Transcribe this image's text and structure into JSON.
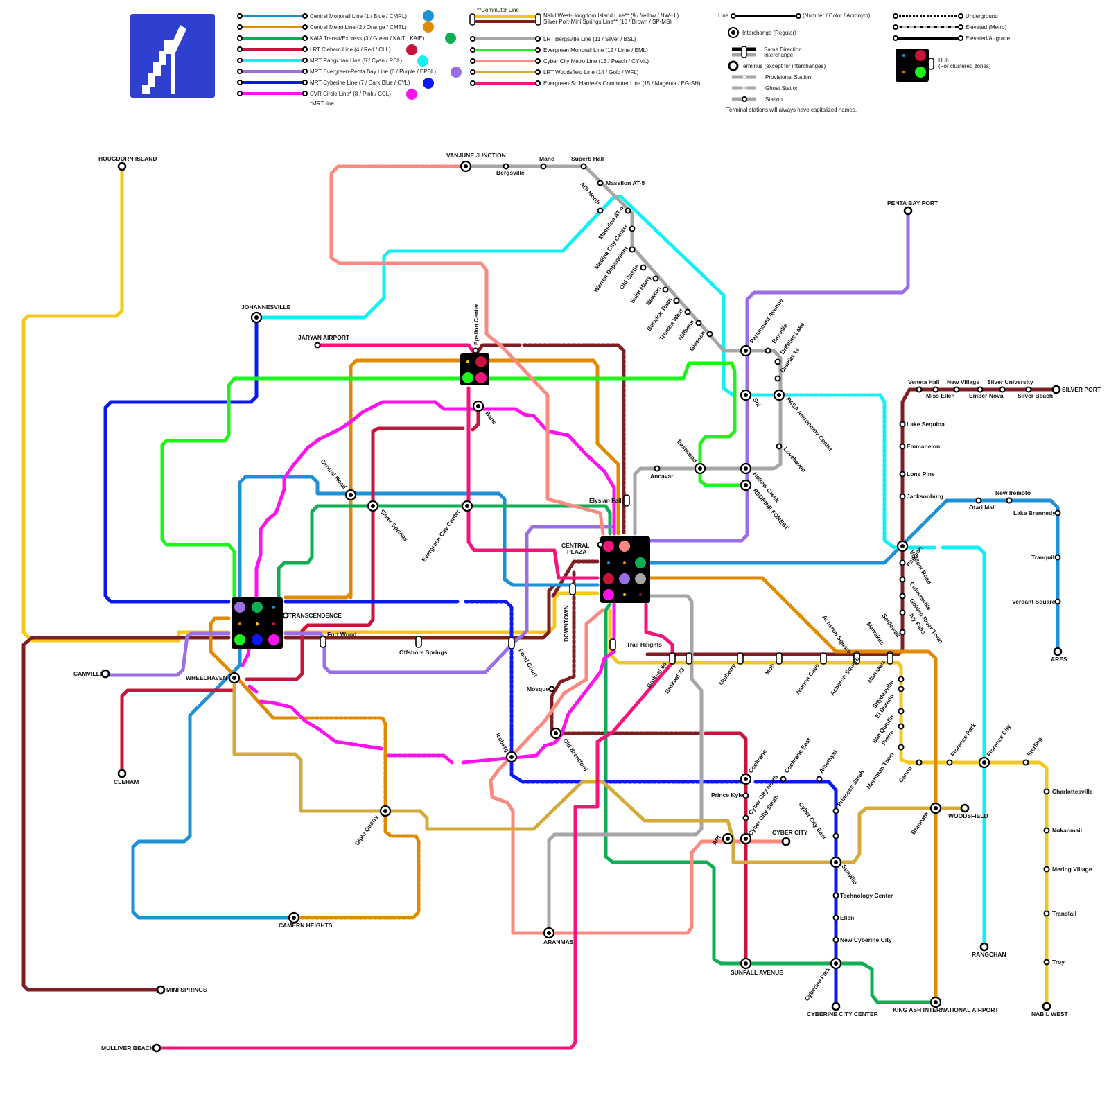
{
  "legend_lines": [
    {
      "label": "Central Monorail Line (1 / Blue / CMRL)",
      "color": "#1e90d6",
      "dot": true
    },
    {
      "label": "Central Metro Line (2 / Orange / CMTL)",
      "color": "#e08a00",
      "dot": true
    },
    {
      "label": "KAIA Transit/Express (3 / Green / KAIT , KAIE)",
      "color": "#0fae55",
      "dot": true
    },
    {
      "label": "LRT Cleham Line (4 / Red / CLL)",
      "color": "#c8143c",
      "dot": true
    },
    {
      "label": "MRT Rangchan Line (5 / Cyan / RCL)",
      "color": "#12f0f5",
      "dot": true
    },
    {
      "label": "MRT Evergreen-Penta Bay Line (6 / Purple / EPBL)",
      "color": "#9a6fe6",
      "dot": true
    },
    {
      "label": "MRT Cyberine Line (7 / Dark Blue / CYL)",
      "color": "#0c18f0",
      "dot": true
    },
    {
      "label": "CVR Circle Line* (8 / Pink / CCL)",
      "color": "#ff12ee",
      "dot": true
    }
  ],
  "legend_note_mrt": "*MRT line",
  "legend_lines_2": [
    {
      "label": "LRT Bergsville Line (11 / Silver / BSL)",
      "color": "#a6a6a6"
    },
    {
      "label": "Evergreen Monorail Line (12 / Lime / EML)",
      "color": "#1cf41c"
    },
    {
      "label": "Cyber City Metro Line (13 / Peach / CYML)",
      "color": "#fa8a80"
    },
    {
      "label": "LRT Woodsfield Line (14 / Gold / WFL)",
      "color": "#d4aa3c"
    },
    {
      "label": "Evergreen-St. Hardee's Commuter Line (15 / Magenta / EG-SH)",
      "color": "#f5147a"
    }
  ],
  "commuter_title": "**Commuter Line",
  "commuter_a": "Nabil West-Hougdorn Island Line** (9 / Yellow / NW-HI)",
  "commuter_b": "Silver Port-Mini Springs Line** (10 / Brown / SP-MS)",
  "key": {
    "line": "Line",
    "line_detail": "(Number / Color / Acronym)",
    "interchange": "Interchange (Regular)",
    "same_dir": "Same Direction",
    "same_dir2": "Interchange",
    "terminus": "Terminus (except for interchanges)",
    "provisional": "Provisional Station",
    "ghost": "Ghost Station",
    "station": "Station",
    "note": "Terminal stations will always have capitalized names.",
    "underground": "Underground",
    "elevated_metro": "Elevated (Metro)",
    "elevated_grade": "Elevated/At-grade",
    "hub": "Hub",
    "hub2": "(For clustered zones)"
  },
  "colors": {
    "blue": "#1e90d6",
    "orange": "#e08a00",
    "green": "#0fae55",
    "red": "#c8143c",
    "cyan": "#12f0f5",
    "purple": "#9a6fe6",
    "darkblue": "#0c18f0",
    "pink": "#ff12ee",
    "yellow": "#f2c81e",
    "brown": "#7d1e22",
    "silver": "#a6a6a6",
    "lime": "#1cf41c",
    "peach": "#fa8a80",
    "gold": "#d4aa3c",
    "magenta": "#f5147a",
    "logo": "#2f3fd0"
  },
  "stations": {
    "hougdorn": "HOUGDORN ISLAND",
    "vanjune": "VANJUNE JUNCTION",
    "bergsville": "Bergsville",
    "mane": "Mane",
    "superb": "Superb Hall",
    "massilon5": "Massilon AT-5",
    "adi": "ADi North",
    "massilon4": "Massilon AT-4",
    "medina": "Medina City Center",
    "warren": "Warren Department",
    "oldcastle": "Old Castle",
    "saintmarry": "Saint Marry",
    "newton": "Newton",
    "berwick": "Berwick Town",
    "trunam": "Trunam West",
    "niflheim": "Niflheim",
    "giessen": "Giessen",
    "paramount": "Paramount Avenue",
    "basville": "Basville",
    "driftline": "Driftline Lake",
    "district14": "District 14",
    "sol": "Sol",
    "pasa": "PASA Astronomy Center",
    "lovehaven": "Lovehaven",
    "eastwood": "Eastwood",
    "ancavar": "Ancavar",
    "hollow": "Hollow Creek",
    "redpine": "REDPINE FOREST",
    "pentabay": "PENTA BAY PORT",
    "johannesville": "JOHANNESVILLE",
    "jaryan": "JARYAN AIRPORT",
    "epsilon": "Epsilon Center",
    "bane": "Bane",
    "central_road": "Central Road",
    "silver_springs": "Silver Springs",
    "evergreen_cc": "Evergreen City Center",
    "elysian": "Elysian Falls",
    "central_plaza": "CENTRAL",
    "central_plaza2": "PLAZA",
    "transcendence": "TRANSCENDENCE",
    "fortwood": "Fort Wood",
    "offshore": "Offshore Springs",
    "camville": "CAMVILLE",
    "wheelhaven": "WHEELHAVEN",
    "downtown": "DOWNTOWN",
    "foodcourt": "Food Court",
    "trail": "Trail Heights",
    "brokeal64": "Brokeal 64",
    "brokeal73": "Brokeal 73",
    "mulberry": "Mulberry",
    "mob": "Mob",
    "namon": "Namon Cave",
    "acheron": "Acheron Square",
    "acheron2": "Acheron Square",
    "marrakus": "Marrakus",
    "marrakus2": "Marrakus",
    "settlewall": "Settlewall",
    "mosque": "Mosque",
    "iceberg": "Iceberg",
    "oldbrentford": "Old Brentford",
    "cleham": "CLEHAM",
    "diplo": "Diplo Quarry",
    "camern": "CAMERN HEIGHTS",
    "aranmas": "ARANMAS",
    "cochrane": "Cochrane",
    "cochrane_east": "Cochrane East",
    "amethyst": "Amethyst",
    "princekyle": "Prince Kyle",
    "ccnorth": "Cyber City North",
    "ccsouth": "Cyber City South",
    "ari": "ARI",
    "cybercity": "CYBER CITY",
    "ccityeast": "Cyber City East",
    "princess": "Princess Sarah",
    "sunville": "Sunville",
    "tech": "Technology Center",
    "ellen": "Ellen",
    "newcyb": "New Cyberine City",
    "cyberinepark": "Cyberine Park",
    "cyberine_cc": "CYBERINE CITY CENTER",
    "sunfall": "SUNFALL AVENUE",
    "mini": "MINI SPRINGS",
    "mulliver": "MULLIVER BEACH",
    "veneta": "Veneta Hall",
    "missellen": "Miss Ellen",
    "newvillage": "New Village",
    "ember": "Ember Nova",
    "silveruni": "Silver University",
    "silverbeach": "Silver Beach",
    "silverport": "SILVER PORT",
    "lakeseq": "Lake Sequioa",
    "emmanelon": "Emmanelon",
    "lonepine": "Lone Pine",
    "jacksonburg": "Jacksonburg",
    "verdent": "Verdent Road",
    "pangion": "Pangion",
    "culversville": "Culversville",
    "golden": "Golden River Town",
    "ivyfalls": "Ivy Falls",
    "otari": "Otari Mall",
    "newiremoto": "New Iremoto",
    "brennedy": "Lake Brennedy",
    "tranquil": "Tranquil",
    "verdantsq": "Verdant Square",
    "ares": "ARES",
    "snydesville": "Snydesville",
    "eldurado": "El Durado",
    "sanquintin": "San Quintin",
    "pierre": "Pierre",
    "merriman": "Merriman Town",
    "canon": "Canon",
    "florencepark": "Florence Park",
    "florencecity": "Florence City",
    "sterling": "Sterling",
    "charlottesville": "Charlottesville",
    "nukanmail": "Nukanmail",
    "mering": "Mering Village",
    "transfall": "Transfall",
    "troy": "Troy",
    "nabil": "NABIL WEST",
    "rangchan": "RANGCHAN",
    "brannath": "Brannath",
    "woodsfield": "WOODSFIELD",
    "kingash": "KING ASH INTERNATIONAL AIRPORT"
  }
}
